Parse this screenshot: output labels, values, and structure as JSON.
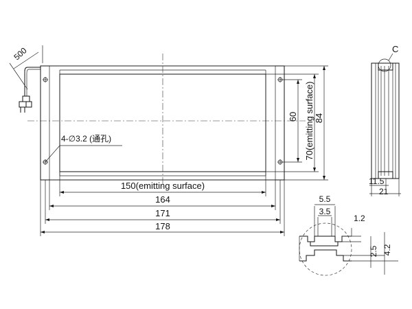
{
  "dimensions": {
    "cable_length": "500",
    "emitting_width": "150(emitting surface)",
    "width_164": "164",
    "width_171": "171",
    "width_178": "178",
    "emitting_height": "70(emitting surface)",
    "height_60": "60",
    "height_84": "84",
    "hole_note": "4-∅3.2 (通孔)"
  },
  "side_view": {
    "detail_label": "C",
    "thickness_11_5": "11.5",
    "thickness_21": "21"
  },
  "detail_c": {
    "slot_outer": "5.5",
    "slot_inner": "3.5",
    "lip": "1.2",
    "depth_2_5": "2.5",
    "depth_4_2": "4.2"
  }
}
